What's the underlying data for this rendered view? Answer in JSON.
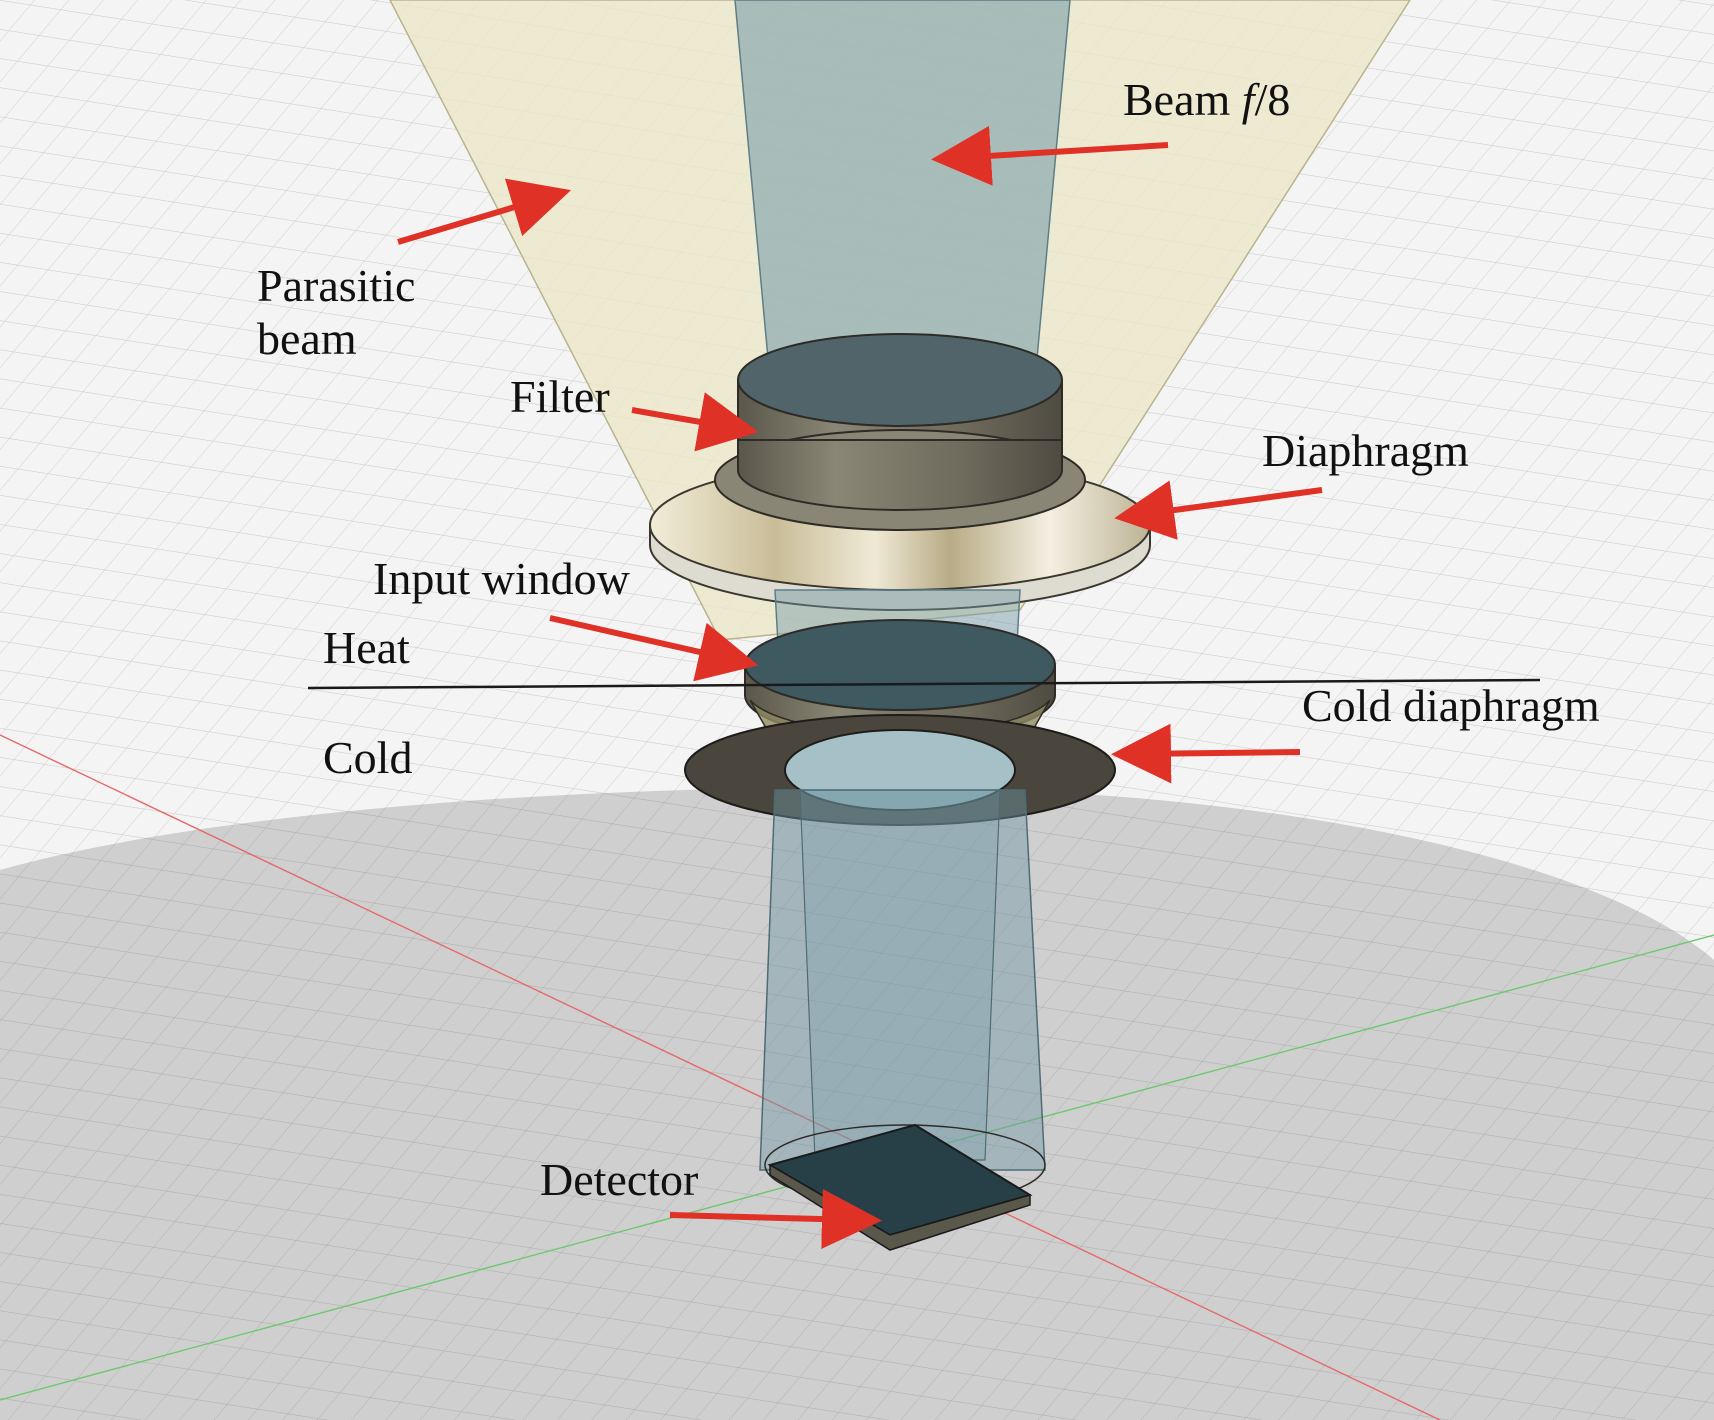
{
  "labels": {
    "beam": "Beam",
    "beam_f": "f",
    "beam_ratio": "/8",
    "parasitic_line1": "Parasitic",
    "parasitic_line2": "beam",
    "filter": "Filter",
    "diaphragm": "Diaphragm",
    "input_window": "Input window",
    "heat": "Heat",
    "cold": "Cold",
    "cold_diaphragm": "Cold diaphragm",
    "detector": "Detector"
  },
  "colors": {
    "arrow": "#e03127",
    "beam_fill": "#6f97a5",
    "parasitic_fill": "#ece7c6",
    "diaphragm_face": "#d8cfb2",
    "filter_body": "#6e6a5c",
    "cold_diaphragm": "#4a463d",
    "x_axis": "#e46a6a",
    "y_axis": "#6fc86f"
  },
  "icons": [
    "arrow-icon"
  ]
}
